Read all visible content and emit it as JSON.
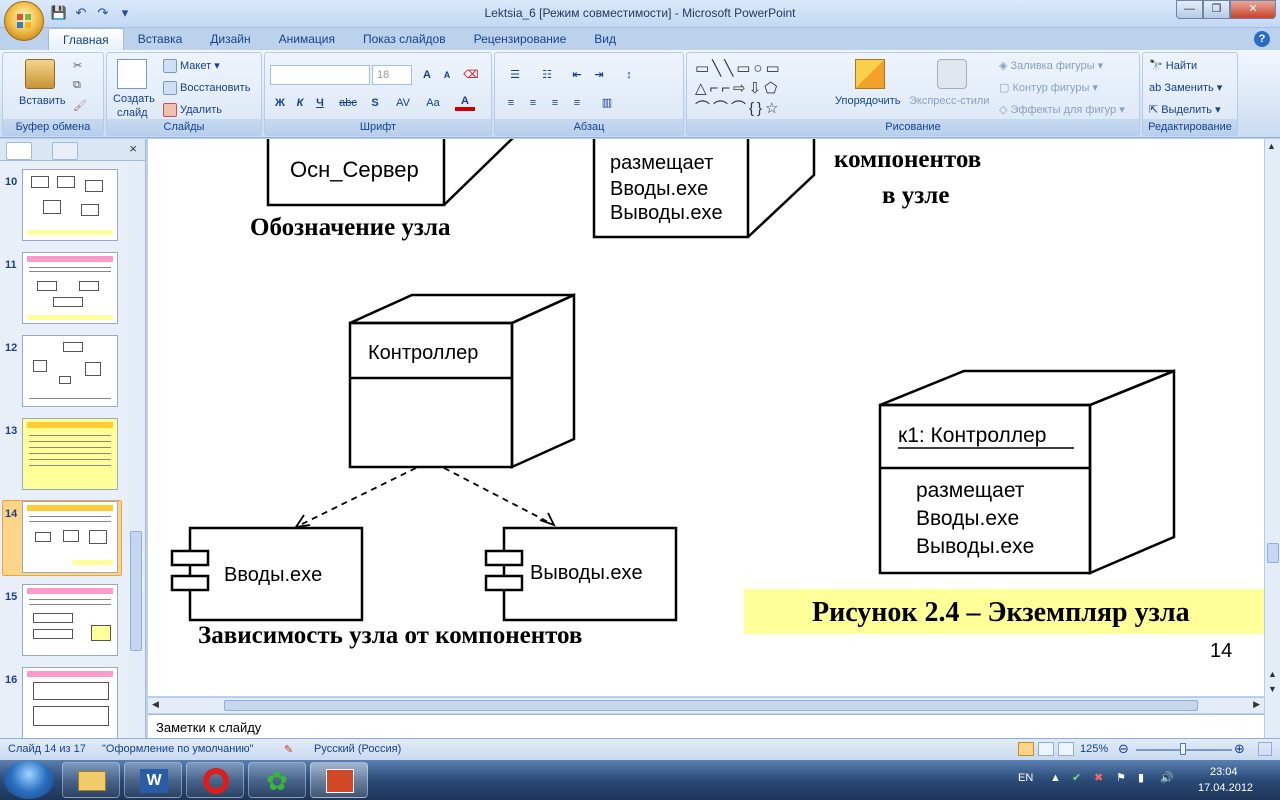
{
  "window": {
    "title": "Lektsia_6 [Режим совместимости] - Microsoft PowerPoint"
  },
  "tabs": [
    "Главная",
    "Вставка",
    "Дизайн",
    "Анимация",
    "Показ слайдов",
    "Рецензирование",
    "Вид"
  ],
  "ribbon": {
    "clipboard": {
      "label": "Буфер обмена",
      "paste": "Вставить"
    },
    "slides": {
      "label": "Слайды",
      "create": "Создать",
      "create2": "слайд",
      "layout": "Макет",
      "reset": "Восстановить",
      "delete": "Удалить"
    },
    "font": {
      "label": "Шрифт",
      "size": "18"
    },
    "paragraph": {
      "label": "Абзац"
    },
    "drawing": {
      "label": "Рисование",
      "arrange": "Упорядочить",
      "quick_styles": "Экспресс-стили",
      "fill": "Заливка фигуры",
      "outline": "Контур фигуры",
      "effects": "Эффекты для фигур"
    },
    "editing": {
      "label": "Редактирование",
      "find": "Найти",
      "replace": "Заменить",
      "select": "Выделить"
    }
  },
  "thumbnails": {
    "numbers": [
      "10",
      "11",
      "12",
      "13",
      "14",
      "15",
      "16"
    ],
    "selected": "14"
  },
  "slide": {
    "top_node_label": "Осн_Сервер",
    "top_node_caption": "Обозначение узла",
    "top_right_lines": [
      "размещает",
      "Вводы.exe",
      "Выводы.exe"
    ],
    "top_right_caption_1": "компонентов",
    "top_right_caption_2": "в узле",
    "controller_label": "Контроллер",
    "component_1": "Вводы.exe",
    "component_2": "Выводы.exe",
    "dependency_caption": "Зависимость узла от компонентов",
    "instance_label": "к1: Контроллер",
    "instance_lines": [
      "размещает",
      "Вводы.exe",
      "Выводы.exe"
    ],
    "figure_caption": "Рисунок 2.4 – Экземпляр узла",
    "page_number": "14",
    "highlight_color": "#ffff99"
  },
  "notes": {
    "placeholder": "Заметки к слайду"
  },
  "status": {
    "slide_info": "Слайд 14 из 17",
    "theme": "\"Оформление по умолчанию\"",
    "language": "Русский (Россия)",
    "zoom": "125%"
  },
  "taskbar": {
    "lang": "EN",
    "time": "23:04",
    "date": "17.04.2012"
  }
}
